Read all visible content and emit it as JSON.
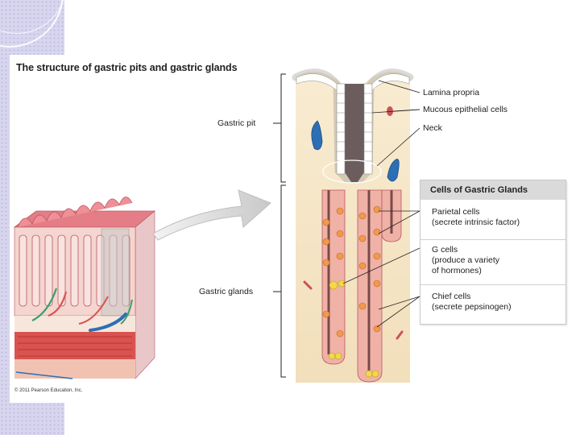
{
  "figure": {
    "title": "The structure of gastric pits and gastric glands",
    "copyright": "© 2011 Pearson Education, Inc."
  },
  "brackets": {
    "pit": "Gastric pit",
    "glands": "Gastric glands"
  },
  "labels": {
    "lamina_propria": "Lamina propria",
    "mucous_cells": "Mucous epithelial cells",
    "neck": "Neck"
  },
  "cells_box": {
    "title": "Cells of Gastric Glands",
    "parietal": {
      "name": "Parietal cells",
      "desc": "(secrete intrinsic factor)"
    },
    "g_cells": {
      "name": "G cells",
      "desc1": "(produce a variety",
      "desc2": "of hormones)"
    },
    "chief": {
      "name": "Chief cells",
      "desc": "(secrete pepsinogen)"
    }
  },
  "colors": {
    "slide_band": "#d8d6ee",
    "tissue_background": "#f6e6c6",
    "parietal_cell": "#f29a4a",
    "g_cell": "#f2d84a",
    "vessel_blue": "#2c6fb4",
    "muscle_red": "#d9534f",
    "box_header": "#dadada"
  }
}
